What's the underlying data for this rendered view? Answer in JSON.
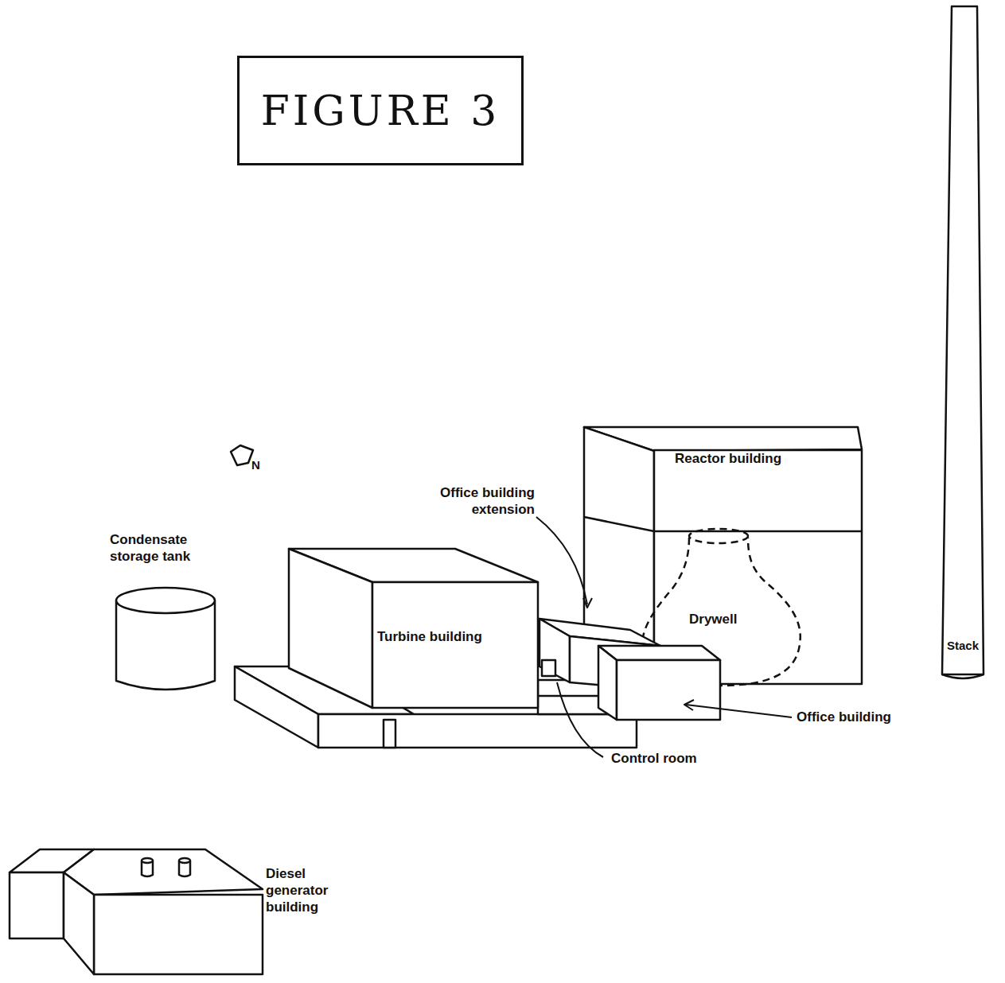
{
  "diagram": {
    "title": "FIGURE 3",
    "labels": [
      "N",
      "Reactor building",
      "Office building extension",
      "Condensate storage tank",
      "Drywell",
      "Turbine building",
      "Stack",
      "Office building",
      "Control room",
      "Diesel generator building"
    ]
  }
}
